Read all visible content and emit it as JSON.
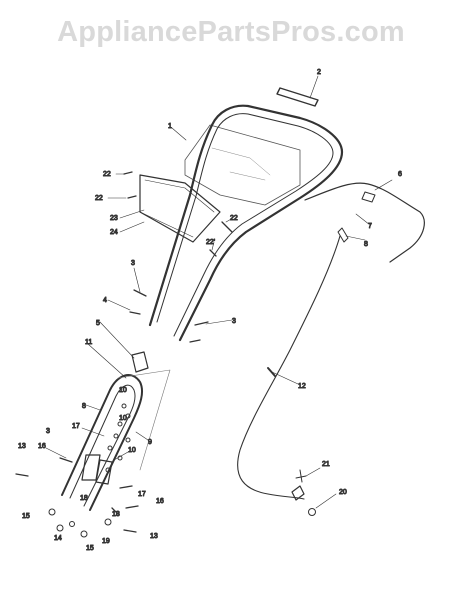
{
  "watermark": "AppliancePartsPros.com",
  "callouts": [
    "1",
    "2",
    "3",
    "3",
    "3",
    "4",
    "5",
    "6",
    "7",
    "8",
    "8",
    "9",
    "10",
    "10",
    "10",
    "11",
    "12",
    "13",
    "13",
    "14",
    "15",
    "15",
    "16",
    "16",
    "17",
    "17",
    "18",
    "18",
    "19",
    "20",
    "21",
    "22",
    "22",
    "22",
    "22'",
    "23",
    "24"
  ]
}
